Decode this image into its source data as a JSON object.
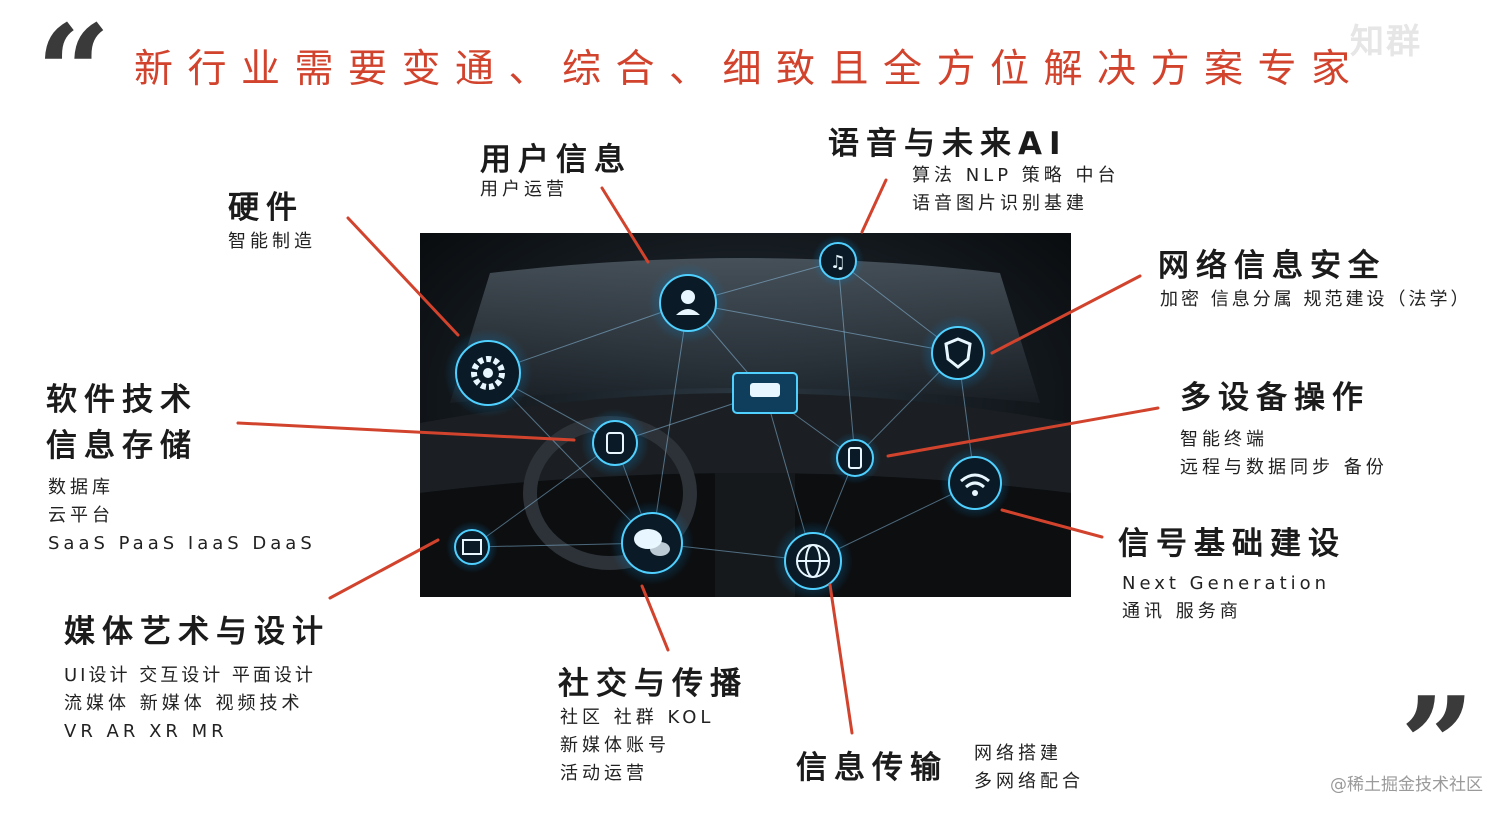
{
  "title": "新行业需要变通、综合、细致且全方位解决方案专家",
  "watermark_top": "知群",
  "watermark_bottom": "@稀土掘金技术社区",
  "quote_open": "“",
  "quote_close": "”",
  "accent_color": "#d2432d",
  "nodes": {
    "hardware": {
      "title": "硬件",
      "lines": [
        "智能制造"
      ]
    },
    "user_info": {
      "title": "用户信息",
      "lines": [
        "用户运营"
      ]
    },
    "voice_ai": {
      "title": "语音与未来AI",
      "lines": [
        "算法 NLP 策略 中台",
        "语音图片识别基建"
      ]
    },
    "net_security": {
      "title": "网络信息安全",
      "lines": [
        "加密 信息分属 规范建设（法学）"
      ]
    },
    "software": {
      "title": [
        "软件技术",
        "信息存储"
      ],
      "lines": [
        "数据库",
        "云平台",
        "SaaS PaaS IaaS DaaS"
      ]
    },
    "multi_device": {
      "title": "多设备操作",
      "lines": [
        "智能终端",
        "远程与数据同步 备份"
      ]
    },
    "signal": {
      "title": "信号基础建设",
      "lines": [
        "Next Generation",
        "通讯 服务商"
      ]
    },
    "media": {
      "title": "媒体艺术与设计",
      "lines": [
        "UI设计 交互设计 平面设计",
        "流媒体 新媒体 视频技术",
        "VR AR XR MR"
      ]
    },
    "social": {
      "title": "社交与传播",
      "lines": [
        "社区 社群 KOL",
        "新媒体账号",
        "活动运营"
      ]
    },
    "transmission": {
      "title": "信息传输",
      "lines": [
        "网络搭建",
        "多网络配合"
      ]
    }
  },
  "icons": [
    "gear-icon",
    "user-icon",
    "music-icon",
    "shield-icon",
    "car-icon",
    "database-icon",
    "phone-icon",
    "wifi-icon",
    "chat-icon",
    "globe-icon",
    "image-icon"
  ]
}
